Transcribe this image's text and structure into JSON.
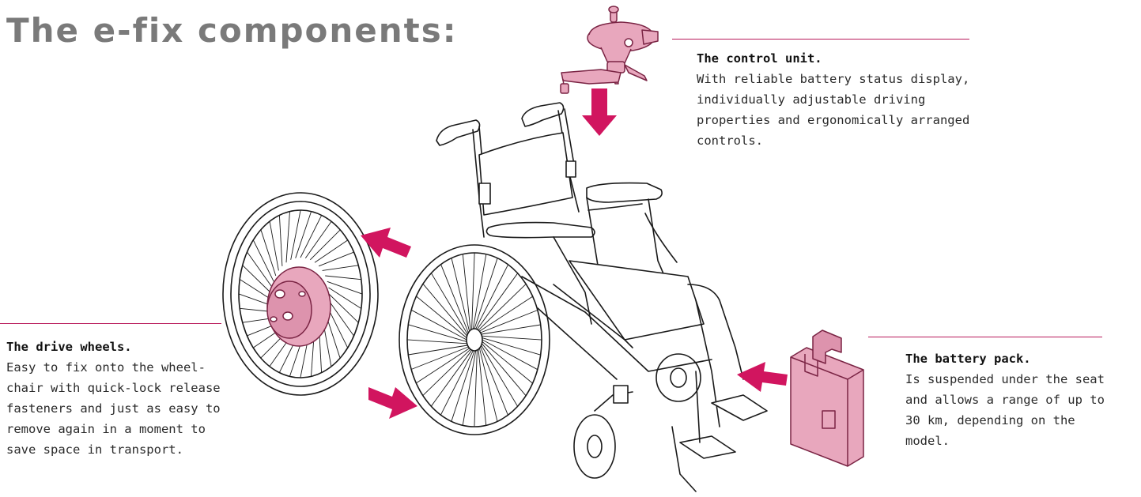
{
  "title": "The e-fix components:",
  "colors": {
    "accent": "#b8195a",
    "arrow": "#d1155f",
    "part_fill": "#e8a7bd",
    "part_stroke": "#7a2444",
    "title": "#7a7a7a",
    "line_art": "#1a1a1a"
  },
  "callouts": {
    "control": {
      "heading": "The control unit.",
      "lines": [
        "With reliable battery status display,",
        "individually adjustable driving",
        "properties and ergonomically arranged",
        "controls."
      ]
    },
    "wheels": {
      "heading": "The drive wheels.",
      "lines": [
        "Easy to fix onto the wheel-",
        "chair with quick-lock release",
        "fasteners and just as easy to",
        "remove again in a moment to",
        "save space in transport."
      ]
    },
    "battery": {
      "heading": "The battery pack.",
      "lines": [
        "Is suspended under the seat",
        "and allows a range of up to",
        "30 km, depending on the",
        "model."
      ]
    }
  }
}
